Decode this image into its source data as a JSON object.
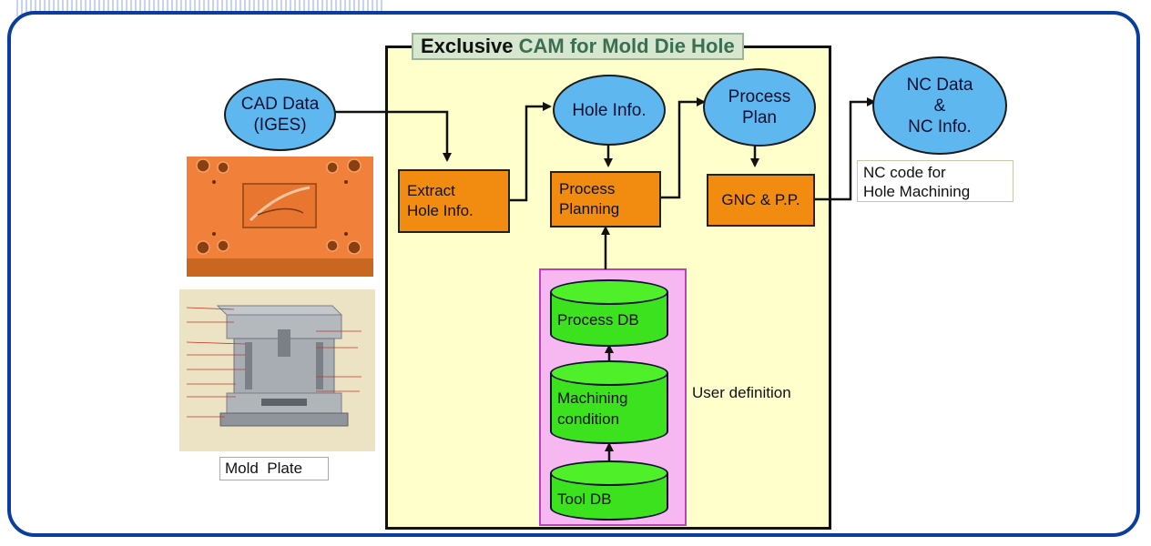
{
  "title_bold": "Exclusive",
  "title_rest": " CAM for Mold Die Hole",
  "nodes": {
    "cad_data": "CAD Data\n(IGES)",
    "hole_info": "Hole Info.",
    "process_plan": "Process\nPlan",
    "nc_data": "NC Data\n&\nNC Info.",
    "extract": "Extract\nHole Info.",
    "process_planning": "Process\nPlanning",
    "gnc": "GNC & P.P."
  },
  "nc_note": "NC code for\nHole Machining",
  "databases": {
    "process_db": "Process DB",
    "machining_condition": "Machining\ncondition",
    "tool_db": "Tool DB"
  },
  "user_definition": "User definition",
  "mold_plate_label": "Mold  Plate",
  "colors": {
    "border": "#0a3e9e",
    "cam_background": "#ffffcc",
    "ellipse": "#5fb7ef",
    "process_box": "#f28c10",
    "database": "#3de21e",
    "user_area": "#f7b8f2"
  }
}
